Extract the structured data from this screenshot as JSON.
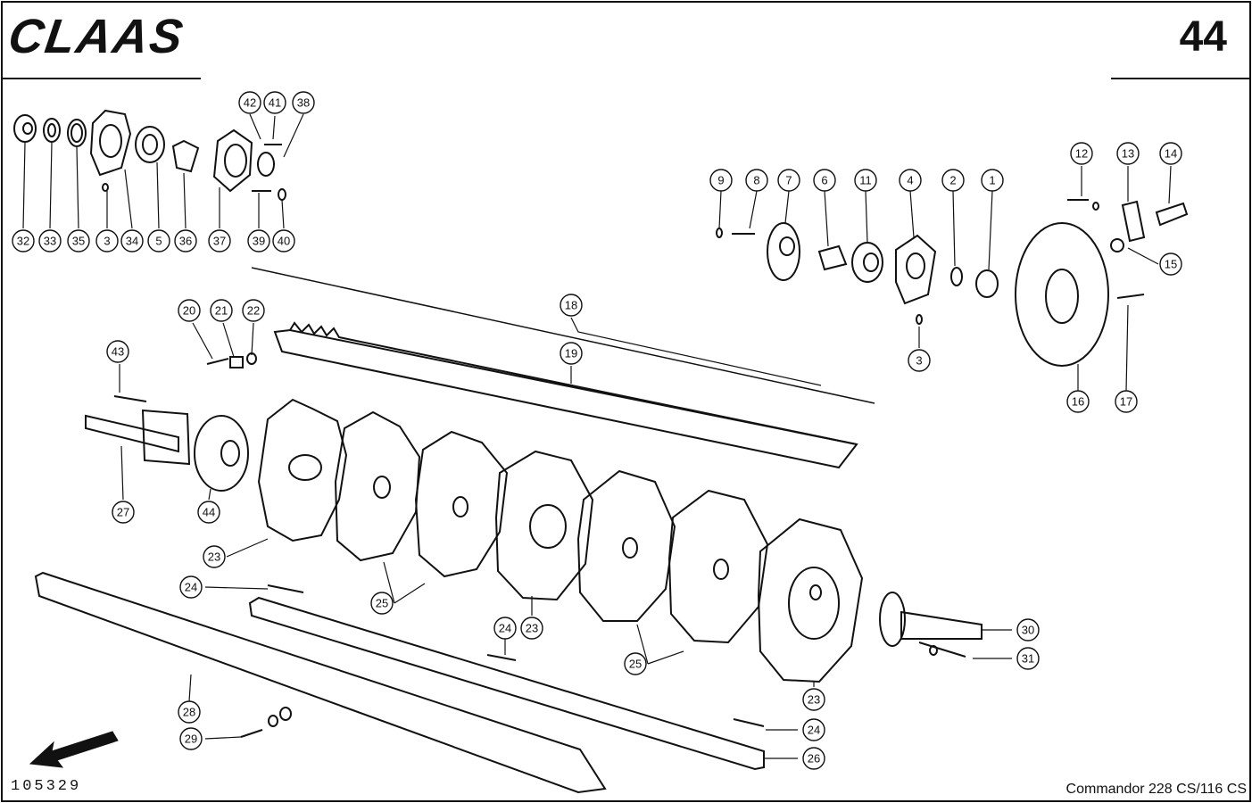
{
  "header": {
    "brand": "CLAAS",
    "page_number": "44"
  },
  "footer": {
    "drawing_number": "105329",
    "model": "Commandor  228 CS/116 CS"
  },
  "callouts": [
    "32",
    "33",
    "35",
    "3",
    "34",
    "5",
    "36",
    "37",
    "39",
    "40",
    "42",
    "41",
    "38",
    "9",
    "8",
    "7",
    "6",
    "11",
    "4",
    "2",
    "1",
    "3",
    "12",
    "13",
    "14",
    "15",
    "16",
    "17",
    "18",
    "19",
    "20",
    "21",
    "22",
    "43",
    "27",
    "44",
    "23",
    "25",
    "24",
    "24",
    "23",
    "25",
    "23",
    "30",
    "31",
    "28",
    "29",
    "24",
    "26"
  ]
}
